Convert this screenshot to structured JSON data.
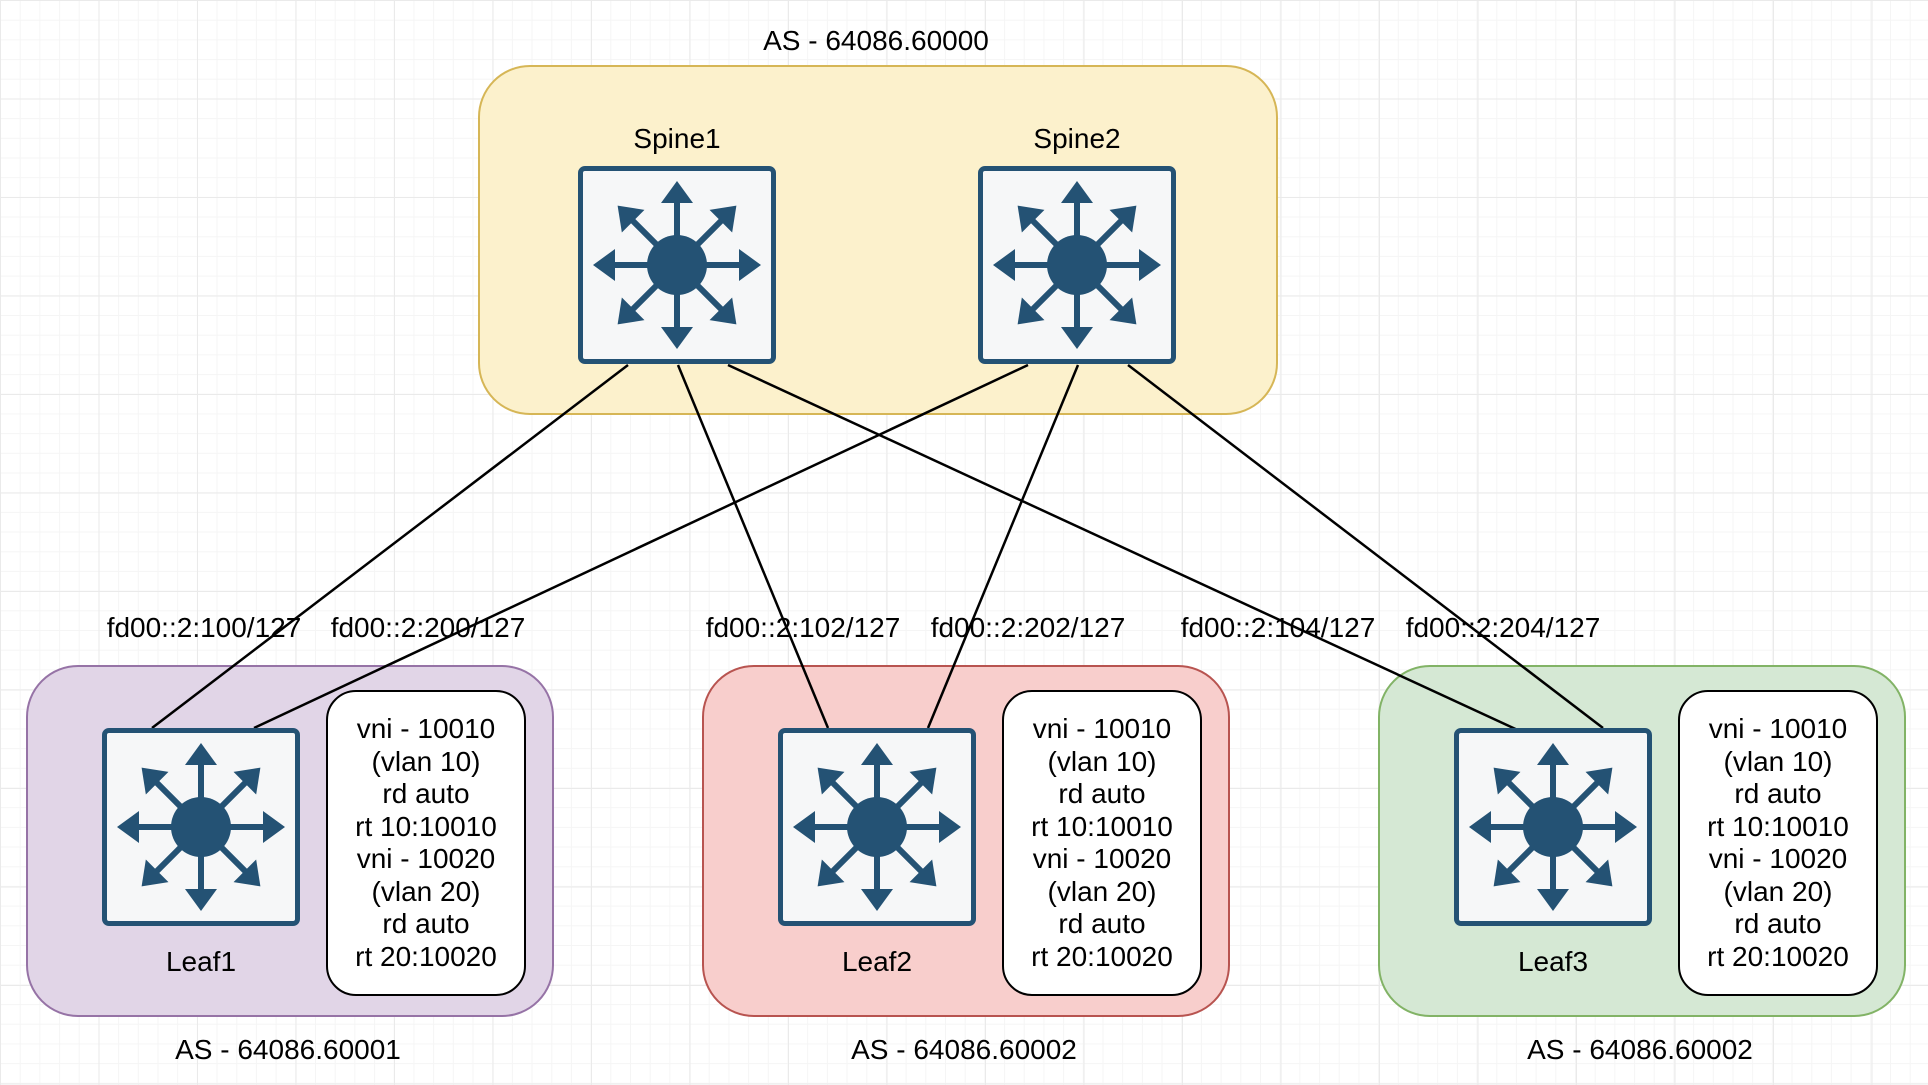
{
  "spine_group": {
    "as": "AS - 64086.60000",
    "fill": "#fcf1cc",
    "stroke": "#d6b656"
  },
  "spines": [
    {
      "name": "Spine1"
    },
    {
      "name": "Spine2"
    }
  ],
  "leaves": [
    {
      "name": "Leaf1",
      "as": "AS - 64086.60001",
      "fill": "#e1d5e7",
      "stroke": "#9673a6",
      "config": [
        "vni - 10010",
        "(vlan 10)",
        "rd auto",
        "rt 10:10010",
        "vni - 10020",
        "(vlan 20)",
        "rd auto",
        "rt 20:10020"
      ]
    },
    {
      "name": "Leaf2",
      "as": "AS - 64086.60002",
      "fill": "#f8cecc",
      "stroke": "#b85450",
      "config": [
        "vni - 10010",
        "(vlan 10)",
        "rd auto",
        "rt 10:10010",
        "vni - 10020",
        "(vlan 20)",
        "rd auto",
        "rt 20:10020"
      ]
    },
    {
      "name": "Leaf3",
      "as": "AS - 64086.60002",
      "fill": "#d5e8d4",
      "stroke": "#82b366",
      "config": [
        "vni - 10010",
        "(vlan 10)",
        "rd auto",
        "rt 10:10010",
        "vni - 10020",
        "(vlan 20)",
        "rd auto",
        "rt 20:10020"
      ]
    }
  ],
  "link_labels": [
    "fd00::2:100/127",
    "fd00::2:200/127",
    "fd00::2:102/127",
    "fd00::2:202/127",
    "fd00::2:104/127",
    "fd00::2:204/127"
  ],
  "icon_color": "#245274"
}
